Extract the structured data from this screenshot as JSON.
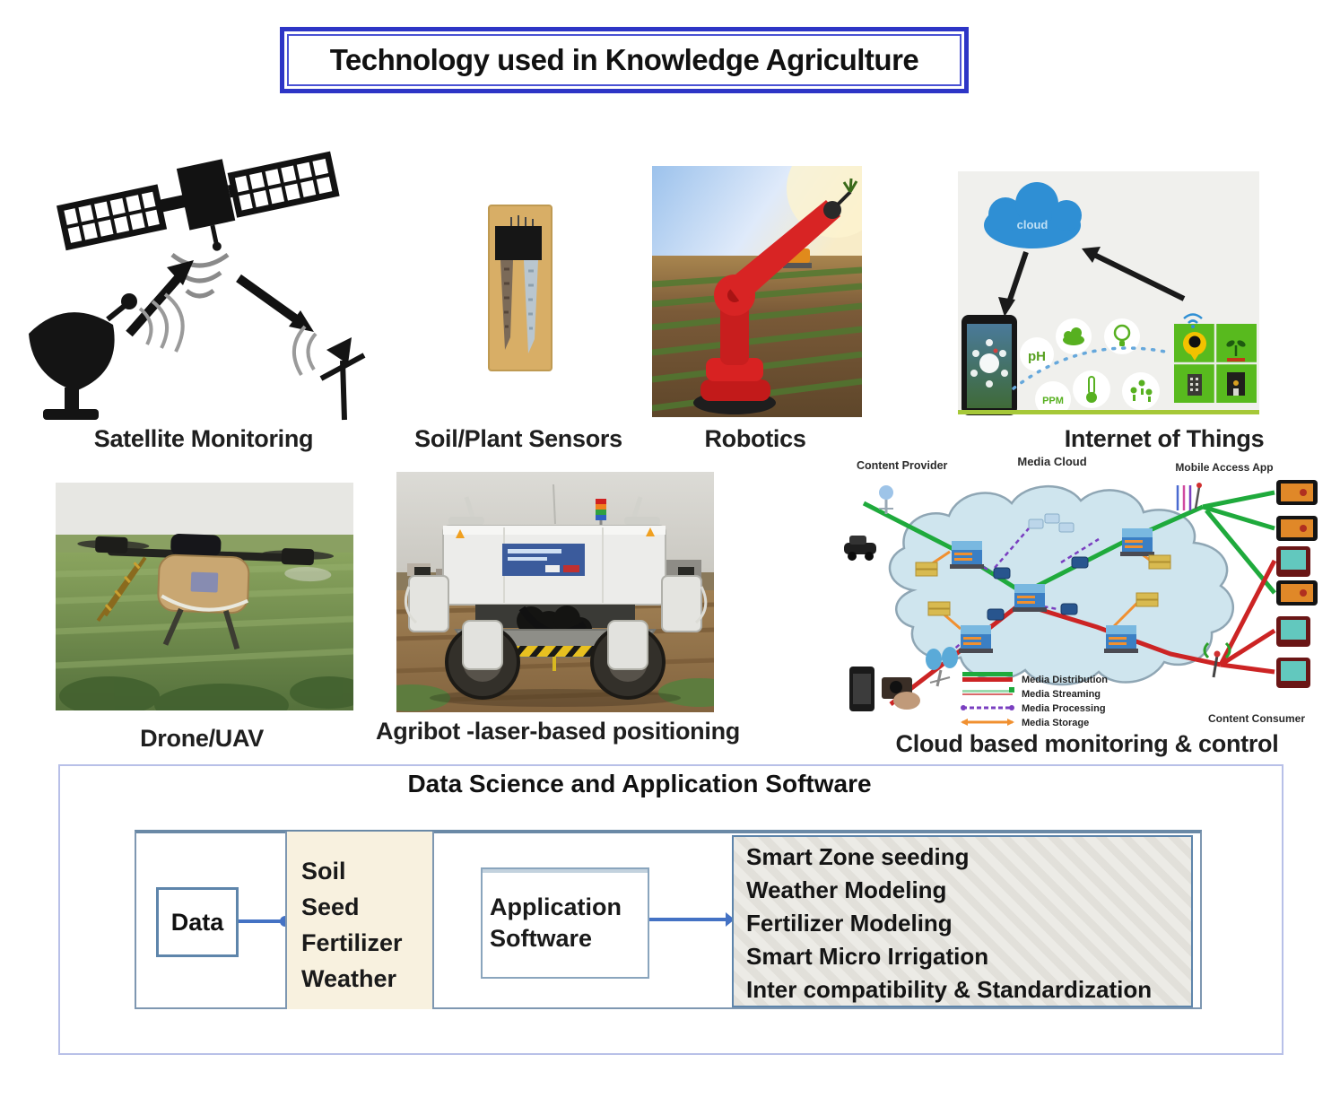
{
  "title": "Technology used in Knowledge Agriculture",
  "row1": {
    "satellite": {
      "label": "Satellite Monitoring"
    },
    "sensors": {
      "label": "Soil/Plant Sensors"
    },
    "robotics": {
      "label": "Robotics"
    },
    "iot": {
      "label": "Internet of Things",
      "cloud_text": "cloud",
      "ph_label": "pH",
      "ppm_label": "PPM"
    }
  },
  "row2": {
    "drone": {
      "label": "Drone/UAV"
    },
    "agribot": {
      "label": "Agribot -laser-based positioning"
    },
    "cloud_monitoring": {
      "label": "Cloud based monitoring & control",
      "diagram": {
        "content_provider": "Content Provider",
        "media_cloud": "Media Cloud",
        "mobile_access": "Mobile Access App",
        "content_consumer": "Content Consumer",
        "legend": [
          {
            "name": "Media Distribution",
            "color": "#1faa3c"
          },
          {
            "name": "Media Streaming",
            "color": "#cc2424"
          },
          {
            "name": "Media Processing",
            "color": "#7a3fc0"
          },
          {
            "name": "Media Storage",
            "color": "#f09030"
          }
        ]
      }
    }
  },
  "data_science": {
    "title": "Data Science and Application Software",
    "data_label": "Data",
    "inputs": [
      "Soil",
      "Seed",
      "Fertilizer",
      "Weather"
    ],
    "process_label": "Application Software",
    "outputs": [
      "Smart Zone seeding",
      "Weather Modeling",
      "Fertilizer Modeling",
      "Smart Micro Irrigation",
      "Inter compatibility & Standardization"
    ]
  },
  "colors": {
    "title_border": "#2d35c6",
    "flow_arrow": "#4472c4",
    "iot_cloud": "#2f8fd4",
    "iot_field_green": "#58ba1e"
  }
}
